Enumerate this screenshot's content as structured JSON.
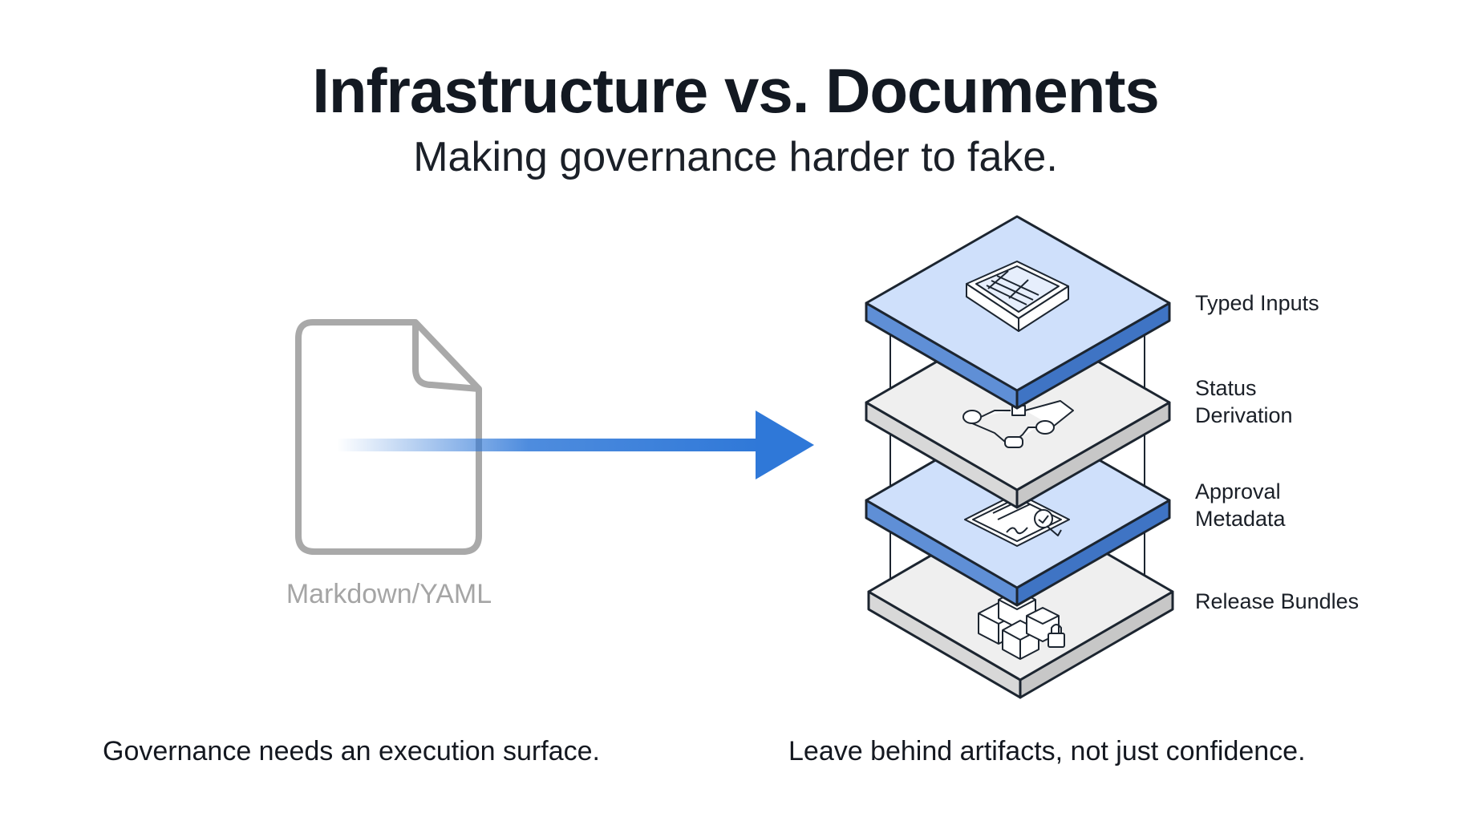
{
  "header": {
    "title": "Infrastructure vs. Documents",
    "subtitle": "Making governance harder to fake."
  },
  "document": {
    "label": "Markdown/YAML",
    "icon": "document-icon"
  },
  "stack": {
    "layers": [
      {
        "line1": "Typed Inputs",
        "line2": "",
        "icon": "form-icon",
        "fill": "#cfe0fb"
      },
      {
        "line1": "Status",
        "line2": "Derivation",
        "icon": "workflow-icon",
        "fill": "#efefef"
      },
      {
        "line1": "Approval",
        "line2": "Metadata",
        "icon": "certificate-icon",
        "fill": "#cfe0fb"
      },
      {
        "line1": "Release Bundles",
        "line2": "",
        "icon": "locked-boxes-icon",
        "fill": "#efefef"
      }
    ]
  },
  "captions": {
    "left": "Governance needs an execution surface.",
    "right": "Leave behind artifacts, not just confidence."
  },
  "colors": {
    "arrow": "#2f78d8",
    "accent_layer": "#cfe0fb",
    "neutral_layer": "#efefef",
    "outline": "#1c2530",
    "document": "#a9a9a9"
  }
}
